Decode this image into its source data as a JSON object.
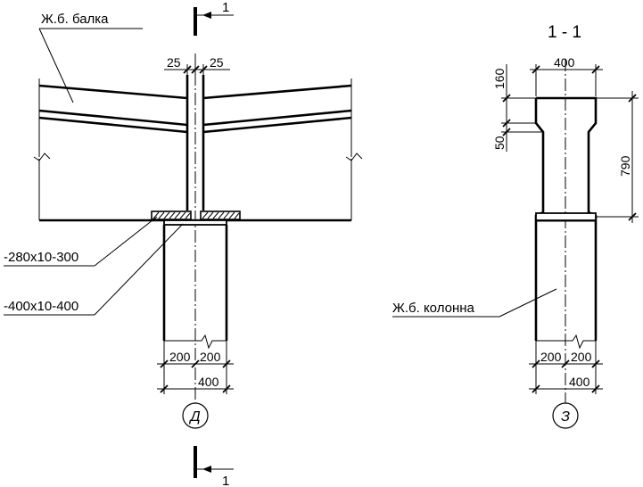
{
  "left_view": {
    "beam_label": "Ж.б. балка",
    "plate_label_1": "-280x10-300",
    "plate_label_2": "-400x10-400",
    "dim_top_left": "25",
    "dim_top_right": "25",
    "dim_bottom_left": "200",
    "dim_bottom_right": "200",
    "dim_bottom_total": "400",
    "axis_marker": "Д"
  },
  "right_view": {
    "section_title": "1 - 1",
    "column_label": "Ж.б. колонна",
    "dim_top_width": "400",
    "dim_160": "160",
    "dim_50": "50",
    "dim_790": "790",
    "dim_bottom_left": "200",
    "dim_bottom_right": "200",
    "dim_bottom_total": "400",
    "axis_marker": "З"
  },
  "section_marks": {
    "top": "1",
    "bottom": "1"
  }
}
